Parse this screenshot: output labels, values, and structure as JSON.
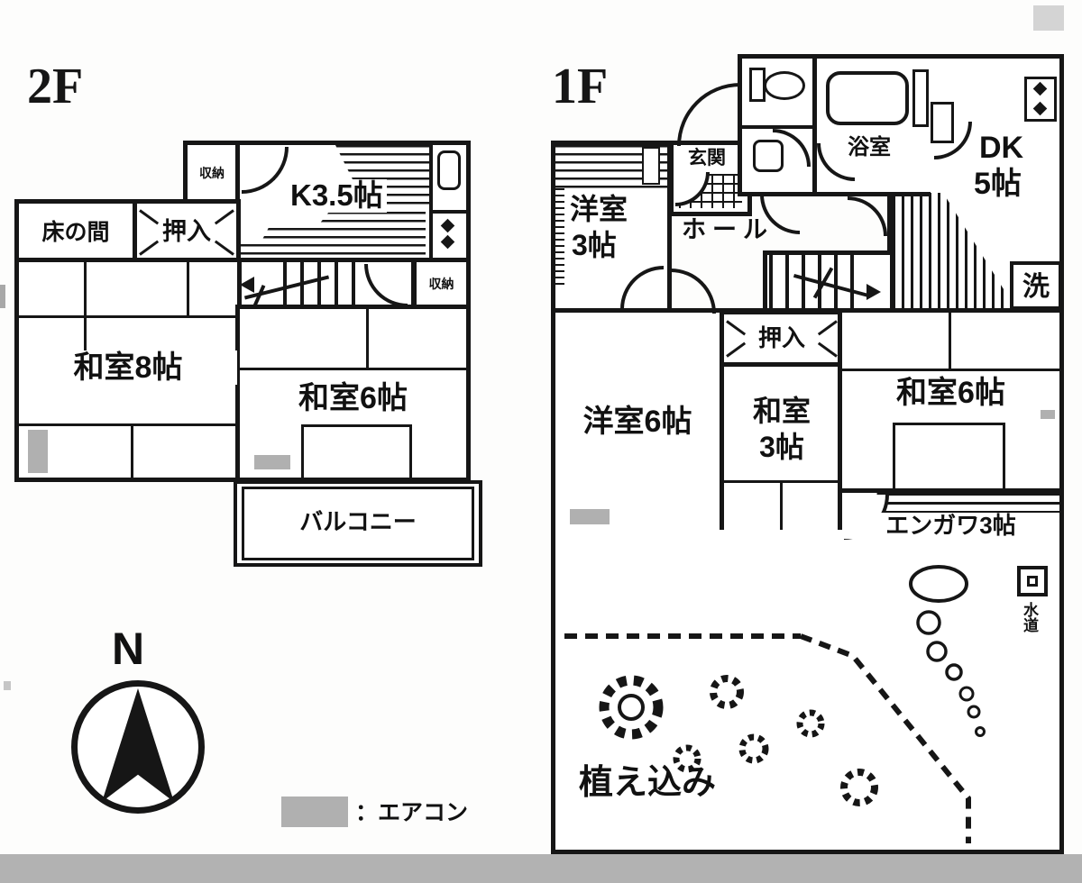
{
  "floor2": {
    "title": "2F",
    "rooms": {
      "closet_top": "収納",
      "kitchen": "K3.5帖",
      "tokonoma": "床の間",
      "oshiire": "押入",
      "closet_mid": "収納",
      "washitsu8": "和室8帖",
      "washitsu6": "和室6帖",
      "balcony": "バルコニー"
    }
  },
  "floor1": {
    "title": "1F",
    "rooms": {
      "yoshitsu3_line1": "洋室",
      "yoshitsu3_line2": "3帖",
      "genkan": "玄関",
      "hall": "ホール",
      "bath": "浴室",
      "dk_line1": "DK",
      "dk_line2": "5帖",
      "laundry": "洗",
      "oshiire": "押入",
      "yoshitsu6": "洋室6帖",
      "washitsu3_line1": "和室",
      "washitsu3_line2": "3帖",
      "washitsu6": "和室6帖",
      "engawa": "エンガワ3帖",
      "water": "水道",
      "planting": "植え込み"
    }
  },
  "legend": {
    "north": "N",
    "aircon": "：エアコン",
    "aircon_color": "#b0b0b0"
  }
}
